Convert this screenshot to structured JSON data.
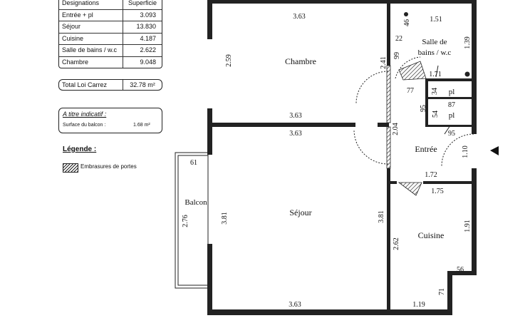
{
  "table": {
    "header": {
      "col1": "Designations",
      "col2": "Superficie"
    },
    "rows": [
      {
        "name": "Entrée + pl",
        "value": "3.093"
      },
      {
        "name": "Séjour",
        "value": "13.830"
      },
      {
        "name": "Cuisine",
        "value": "4.187"
      },
      {
        "name": "Salle de bains / w.c",
        "value": "2.622"
      },
      {
        "name": "Chambre",
        "value": "9.048"
      }
    ],
    "total": {
      "label": "Total  Loi Carrez",
      "value": "32.78 m²"
    }
  },
  "info": {
    "title": "A titre indicatif :",
    "label": "Surface du balcon  :",
    "value": "1.68 m²"
  },
  "legend": {
    "title": "Légende :",
    "items": [
      {
        "label": "Embrasures de portes"
      }
    ]
  },
  "rooms": {
    "chambre": "Chambre",
    "sdb_line1": "Salle de",
    "sdb_line2": "bains / w.c",
    "pl1": "pl",
    "pl2": "pl",
    "entree": "Entrée",
    "sejour": "Séjour",
    "balcon": "Balcon",
    "cuisine": "Cuisine"
  },
  "dimensions": {
    "chambre_top": "3.63",
    "chambre_left": "2.59",
    "chambre_right": "2.41",
    "sdb_top": "1.51",
    "sdb_right": "1.39",
    "sdb_bottom": "1.71",
    "d46": "46",
    "d22": "22",
    "d99": "99",
    "d77": "77",
    "d34": "34",
    "d87": "87",
    "d54": "54",
    "d95a": "95",
    "d95b": "95",
    "entree_right": "1.10",
    "entree_left": "2.04",
    "mid_top": "3.63",
    "mid_bottom": "3.63",
    "entree_bottom": "1.72",
    "cuisine_top": "1.75",
    "cuisine_right": "1.91",
    "cuisine_left": "2.62",
    "d56": "56",
    "d71": "71",
    "cuisine_bottom": "1.19",
    "sejour_bottom": "3.63",
    "sejour_left": "3.81",
    "sejour_right": "3.81",
    "balcon_left": "2.76",
    "d61": "61"
  }
}
